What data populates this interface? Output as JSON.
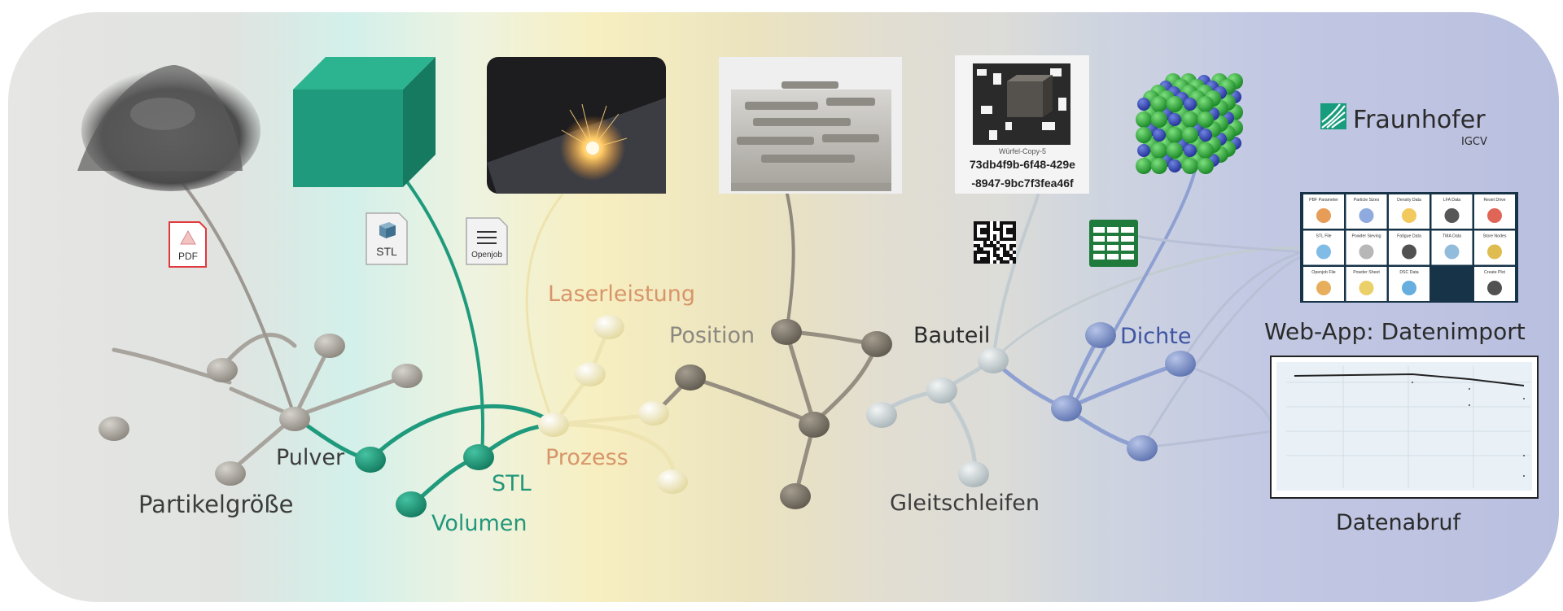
{
  "colors": {
    "grey_node": "#9a9690",
    "teal_node": "#1f9a7c",
    "cream_node": "#f3ebbf",
    "brown_node": "#7d7568",
    "silver_node": "#c9d2d4",
    "blue_node": "#7f93c6",
    "teal_text": "#22977a",
    "orange_text": "#d8956a",
    "blue_text": "#3d55a3",
    "dark_text": "#3c3c3c"
  },
  "labels": {
    "partikelgroesse": "Partikelgröße",
    "pulver": "Pulver",
    "stl": "STL",
    "volumen": "Volumen",
    "laserleistung": "Laserleistung",
    "prozess": "Prozess",
    "position": "Position",
    "bauteil": "Bauteil",
    "gleitschleifen": "Gleitschleifen",
    "dichte": "Dichte",
    "web_app": "Web-App: Datenimport",
    "datenabruf": "Datenabruf"
  },
  "file_icons": {
    "pdf": "PDF",
    "stl": "STL",
    "openjob": "Openjob"
  },
  "qr_card": {
    "name": "Würfel-Copy-5",
    "line1": "73db4f9b-6f48-429e",
    "line2": "-8947-9bc7f3fea46f"
  },
  "logo": {
    "name": "Fraunhofer",
    "sub": "IGCV"
  },
  "web_app_tiles": [
    "PBF Parameter",
    "Particle Sizes",
    "Density Data",
    "LFA Data",
    "Reset Drive",
    "STL File",
    "Powder Sieving",
    "Fatigue Data",
    "TMA Data",
    "Store Nodes",
    "Openjob File",
    "Powder Sheet",
    "DSC Data",
    "",
    "Create Plot"
  ]
}
